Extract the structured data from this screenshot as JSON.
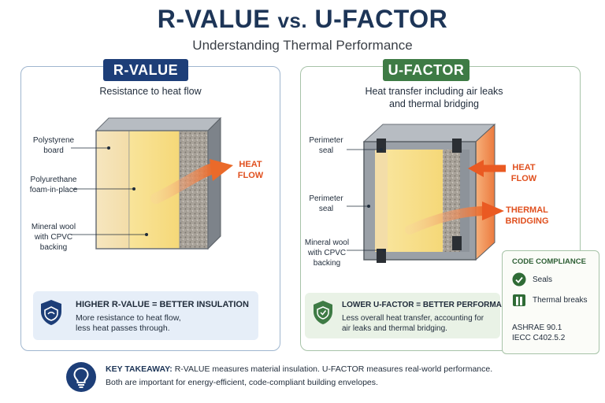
{
  "header": {
    "title_a": "R-VALUE",
    "title_vs": "vs.",
    "title_b": "U-FACTOR",
    "subtitle": "Understanding Thermal Performance"
  },
  "r_panel": {
    "tag": "R-VALUE",
    "heading": "Resistance to heat flow",
    "labels": {
      "polystyrene": "Polystyrene\nboard",
      "polyurethane": "Polyurethane\nfoam-in-place",
      "mineral_wool": "Mineral wool\nwith CPVC\nbacking"
    },
    "heat_flow": "HEAT\nFLOW",
    "callout_title": "HIGHER R-VALUE = BETTER INSULATION",
    "callout_body": "More resistance to heat flow,\nless heat passes through."
  },
  "u_panel": {
    "tag": "U-FACTOR",
    "heading": "Heat transfer including air leaks\nand thermal bridging",
    "labels": {
      "seal_top": "Perimeter\nseal",
      "seal_mid": "Perimeter\nseal",
      "mineral_wool": "Mineral wool\nwith CPVC\nbacking"
    },
    "heat_flow": "HEAT\nFLOW",
    "thermal_bridging": "THERMAL\nBRIDGING",
    "callout_title": "LOWER U-FACTOR = BETTER PERFORMANCE",
    "callout_body": "Less overall heat transfer, accounting for\nair leaks and thermal bridging."
  },
  "code_compliance": {
    "title": "CODE COMPLIANCE",
    "items": [
      "Seals",
      "Thermal breaks"
    ],
    "standards": "ASHRAE 90.1\nIECC C402.5.2"
  },
  "takeaway": {
    "label": "KEY TAKEAWAY:",
    "line1": "R-VALUE measures material insulation.  U-FACTOR measures real-world performance.",
    "line2": "Both are important for energy-efficient, code-compliant building envelopes."
  },
  "colors": {
    "navy": "#1d3e78",
    "green": "#3e7b45",
    "heat": "#e0501f",
    "foam": "#f7df8a"
  }
}
